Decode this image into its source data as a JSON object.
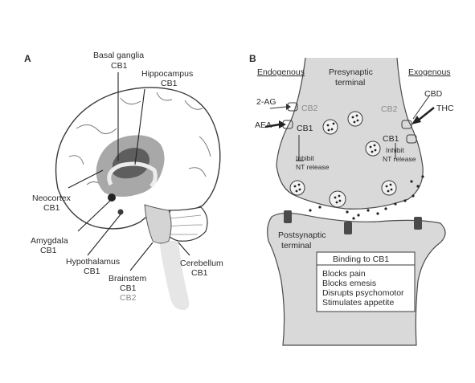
{
  "panels": {
    "a": {
      "letter": "A"
    },
    "b": {
      "letter": "B"
    }
  },
  "brain": {
    "basal_ganglia": {
      "name": "Basal ganglia",
      "receptor": "CB1"
    },
    "hippocampus": {
      "name": "Hippocampus",
      "receptor": "CB1"
    },
    "neocortex": {
      "name": "Neocortex",
      "receptor": "CB1"
    },
    "amygdala": {
      "name": "Amygdala",
      "receptor": "CB1"
    },
    "hypothalamus": {
      "name": "Hypothalamus",
      "receptor": "CB1"
    },
    "brainstem": {
      "name": "Brainstem",
      "receptor": "CB1",
      "receptor2": "CB2"
    },
    "cerebellum": {
      "name": "Cerebellum",
      "receptor": "CB1"
    }
  },
  "synapse": {
    "endogenous": "Endogenous",
    "exogenous": "Exogenous",
    "presynaptic": {
      "line1": "Presynaptic",
      "line2": "terminal"
    },
    "postsynaptic": {
      "line1": "Postsynaptic",
      "line2": "terminal"
    },
    "left": {
      "ligand1": "2-AG",
      "ligand2": "AEA",
      "receptor_cb2": "CB2",
      "receptor_cb1": "CB1",
      "inhibit": {
        "line1": "Inhibit",
        "line2": "NT release"
      }
    },
    "right": {
      "ligand1": "CBD",
      "ligand2": "THC",
      "receptor_cb2": "CB2",
      "receptor_cb1": "CB1",
      "inhibit": {
        "line1": "Inhibit",
        "line2": "NT release"
      }
    },
    "binding_box": {
      "title": "Binding to CB1",
      "items": [
        "Blocks pain",
        "Blocks emesis",
        "Disrupts psychomotor",
        "Stimulates appetite"
      ]
    }
  }
}
